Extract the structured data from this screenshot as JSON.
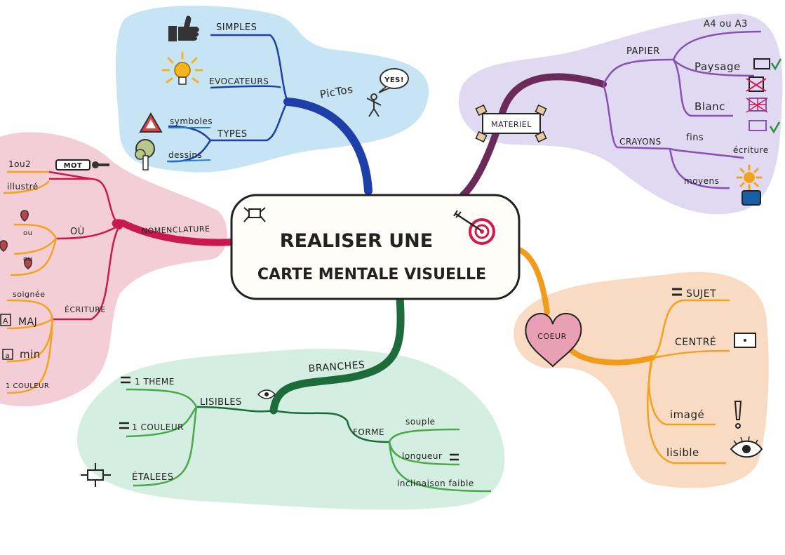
{
  "center": {
    "line1": "REALISER UNE",
    "line2": "CARTE MENTALE VISUELLE"
  },
  "branches": {
    "pictos": {
      "label": "PicTos",
      "bubble": "YES!",
      "items": {
        "simples": "SIMPLES",
        "evocateurs": "EVOCATEURS",
        "types": "TYPES",
        "symboles": "symboles",
        "dessins": "dessins"
      }
    },
    "materiel": {
      "label": "MATERIEL",
      "papier": "PAPIER",
      "a4": "A4 ou A3",
      "paysage": "Paysage",
      "blanc": "Blanc",
      "crayons": "CRAYONS",
      "fins": "fins",
      "ecriture": "écriture",
      "moyens": "moyens"
    },
    "nomenclature": {
      "label": "NOMENCLATURE",
      "un_ou_deux": "1ou2",
      "mot": "MOT",
      "illustre": "illustré",
      "ou_label": "OÙ",
      "ou1": "ou",
      "ou2": "ou",
      "ecriture": "ÉCRITURE",
      "soignee": "soignée",
      "maj": "MAJ",
      "min": "min",
      "couleur": "1 COULEUR",
      "maj_icon": "A",
      "min_icon": "a"
    },
    "coeur": {
      "label": "COEUR",
      "sujet": "SUJET",
      "centre": "CENTRÉ",
      "image": "imagé",
      "lisible": "lisible"
    },
    "branches": {
      "label": "BRANCHES",
      "lisibles": "LISIBLES",
      "theme": "1 THEME",
      "couleur": "1 COULEUR",
      "etalees": "ÉTALEES",
      "forme": "FORME",
      "souple": "souple",
      "longueur": "longueur",
      "inclinaison": "inclinaison faible"
    }
  },
  "colors": {
    "pictos": "#1e3fa8",
    "materiel": "#6b2a5a",
    "nomenclature": "#c9194e",
    "coeur": "#f29a1a",
    "branches": "#1d6b3a",
    "green_sub": "#49a84a",
    "blue_sub": "#1f7fd0",
    "purple_sub": "#8a4fb2",
    "orange_sub": "#f3a21c"
  },
  "icons": [
    "thumbs-up-icon",
    "lightbulb-icon",
    "warning-triangle-icon",
    "tree-icon",
    "stick-figure-icon",
    "target-icon",
    "bug-icon",
    "key-icon",
    "map-pin-icon",
    "heart-icon",
    "eye-icon",
    "exclamation-icon",
    "sun-icon",
    "checkmark-icon"
  ]
}
